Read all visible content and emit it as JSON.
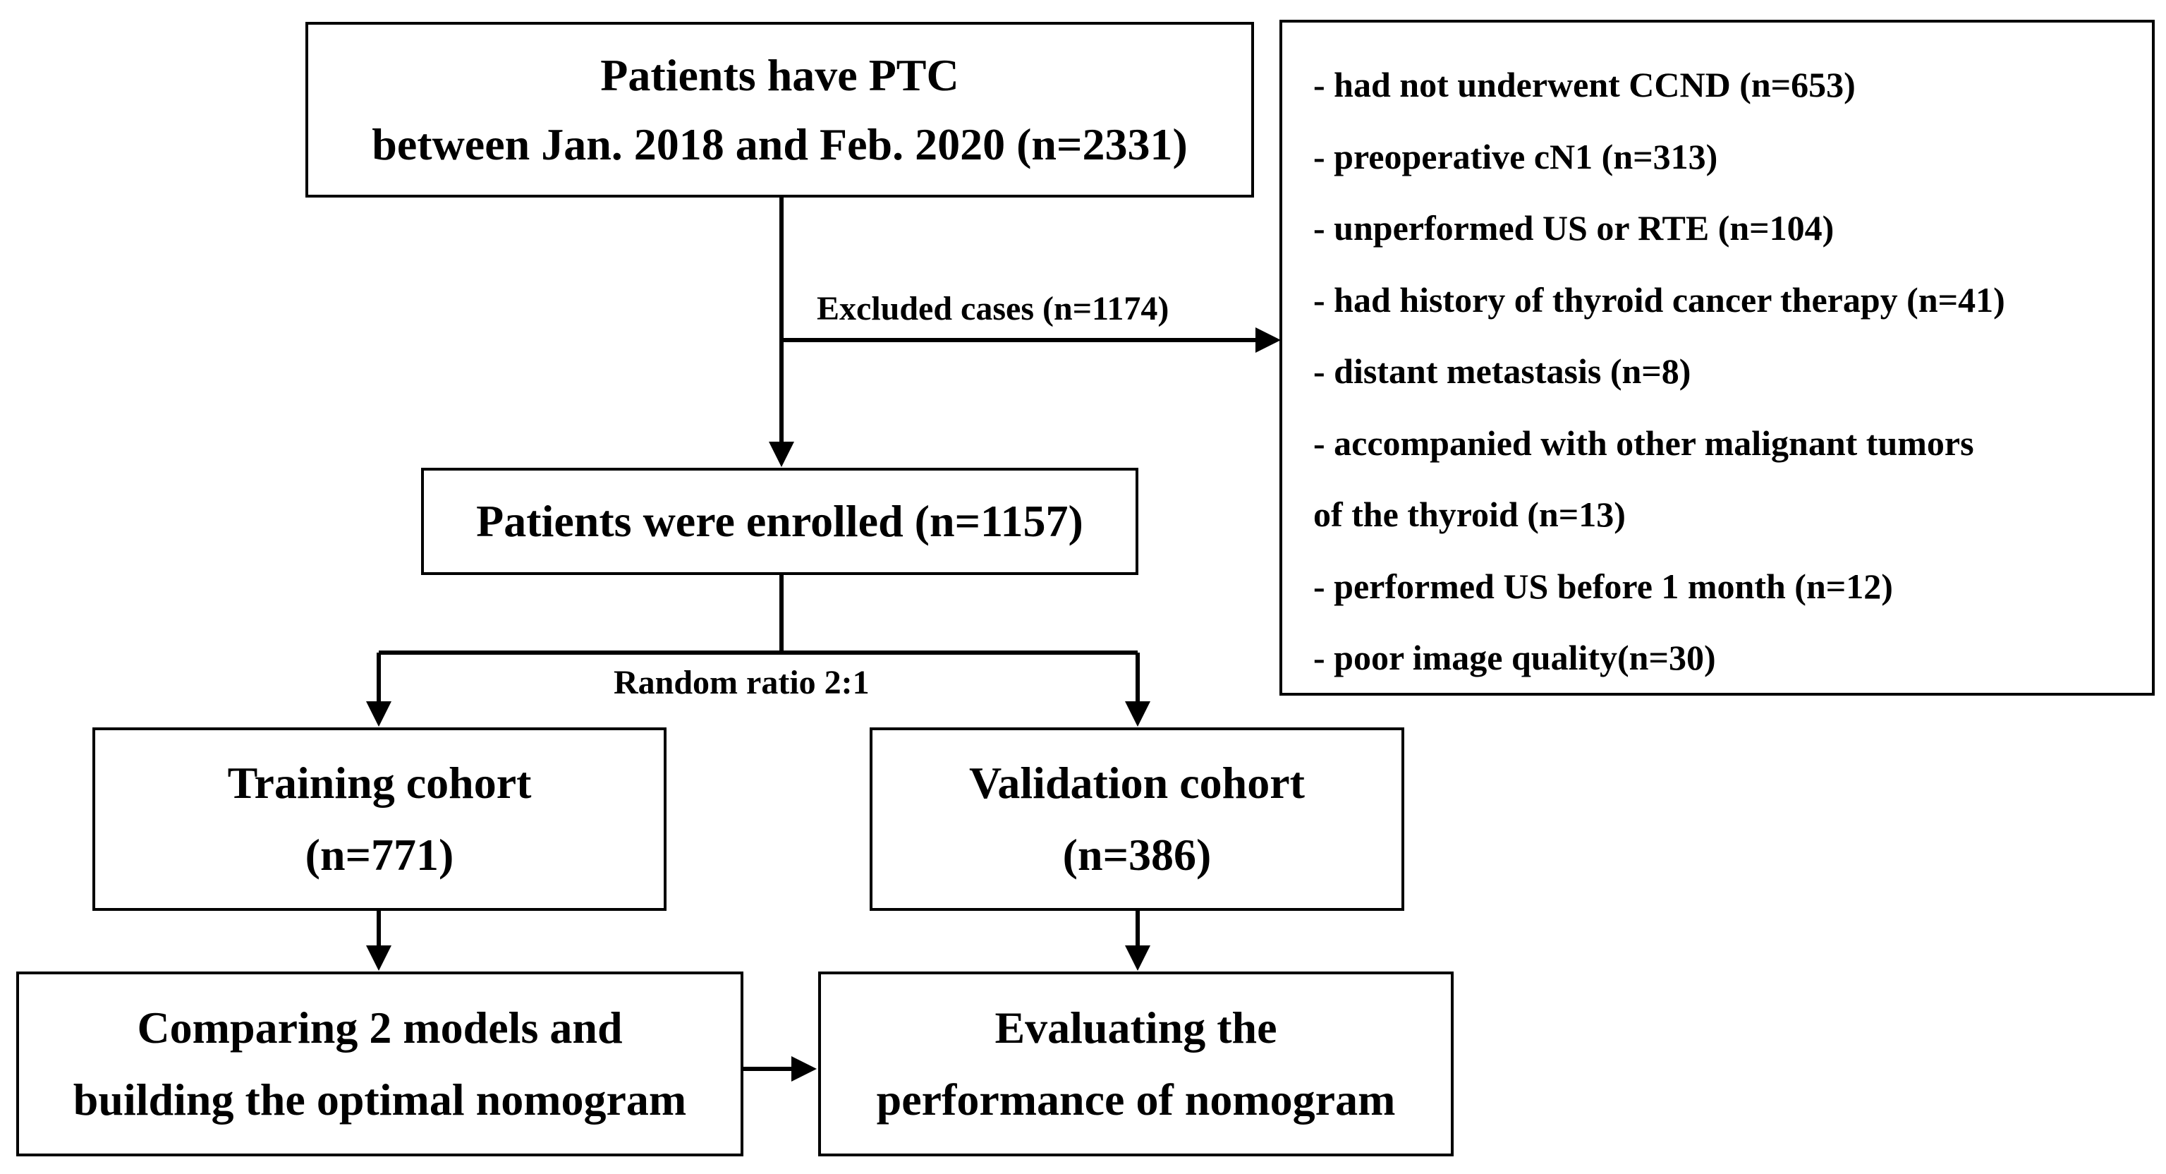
{
  "boxes": {
    "start": {
      "line1": "Patients have PTC",
      "line2": "between Jan. 2018 and Feb. 2020 (n=2331)"
    },
    "enrolled": {
      "line1": "Patients were enrolled (n=1157)"
    },
    "training": {
      "line1": "Training cohort",
      "line2": "(n=771)"
    },
    "validation": {
      "line1": "Validation cohort",
      "line2": "(n=386)"
    },
    "comparing": {
      "line1": "Comparing 2 models and",
      "line2": "building the optimal nomogram"
    },
    "evaluating": {
      "line1": "Evaluating the",
      "line2": "performance of nomogram"
    }
  },
  "labels": {
    "excluded": "Excluded cases (n=1174)",
    "random": "Random ratio 2:1"
  },
  "exclusion_items": [
    "- had not underwent CCND (n=653)",
    "- preoperative cN1 (n=313)",
    "- unperformed US or RTE (n=104)",
    "- had history of thyroid cancer therapy (n=41)",
    "- distant metastasis (n=8)",
    "- accompanied with other malignant tumors",
    "of the thyroid (n=13)",
    "- performed US before 1 month (n=12)",
    "- poor image quality(n=30)"
  ]
}
